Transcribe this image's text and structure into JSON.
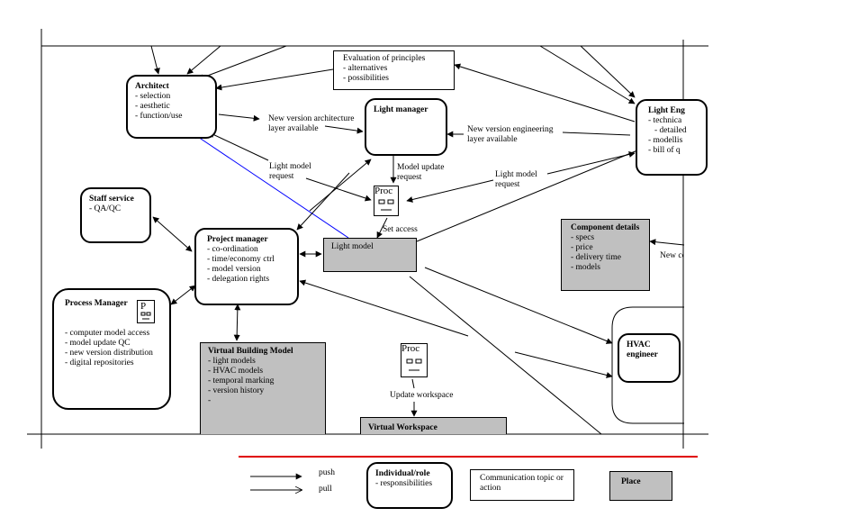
{
  "roles": {
    "architect": {
      "title": "Architect",
      "items": [
        "selection",
        "aesthetic",
        "function/use"
      ]
    },
    "light_manager": {
      "title": "Light manager"
    },
    "light_engineer": {
      "title": "Light Eng",
      "items": [
        "technica",
        "detailed",
        "modellis",
        "bill of q"
      ]
    },
    "staff_service": {
      "title": "Staff service",
      "items": [
        "QA/QC"
      ]
    },
    "project_manager": {
      "title": "Project manager",
      "items": [
        "co-ordination",
        "time/economy ctrl",
        "model version",
        "delegation rights"
      ]
    },
    "process_manager": {
      "title": "Process Manager",
      "items": [
        "computer model access",
        "model update QC",
        "new version distribution",
        "digital repositories"
      ]
    },
    "hvac_engineer": {
      "title": "HVAC engineer"
    }
  },
  "topics": {
    "evaluation": {
      "title": "Evaluation of principles",
      "items": [
        "alternatives",
        "possibilities"
      ]
    }
  },
  "places": {
    "light_model": {
      "title": "Light model"
    },
    "component_details": {
      "title": "Component details",
      "items": [
        "specs",
        "price",
        "delivery time",
        "models"
      ]
    },
    "virtual_building_model": {
      "title": "Virtual Building Model",
      "items": [
        "light models",
        "HVAC models",
        "temporal marking",
        "version history",
        ""
      ]
    },
    "virtual_workspace": {
      "title": "Virtual Workspace"
    }
  },
  "labels": {
    "new_version_arch": "New version architecture layer available",
    "new_version_eng": "New version engineering layer available",
    "light_model_request_left": "Light model request",
    "light_model_request_right": "Light model request",
    "model_update_request": "Model update request",
    "set_access": "Set access",
    "update_workspace": "Update workspace",
    "new_co": "New co"
  },
  "proc_icons": {
    "proc1": "Proc",
    "proc2": "Proc",
    "process_manager_icon": "P"
  },
  "legend": {
    "push": "push",
    "pull": "pull",
    "role_title": "Individual/role",
    "role_sub": "responsibilities",
    "topic": "Communication topic or action",
    "place": "Place"
  },
  "colors": {
    "place_fill": "#c0c0c0",
    "legend_line": "#e00000",
    "blue_arrow": "#0000ff"
  }
}
